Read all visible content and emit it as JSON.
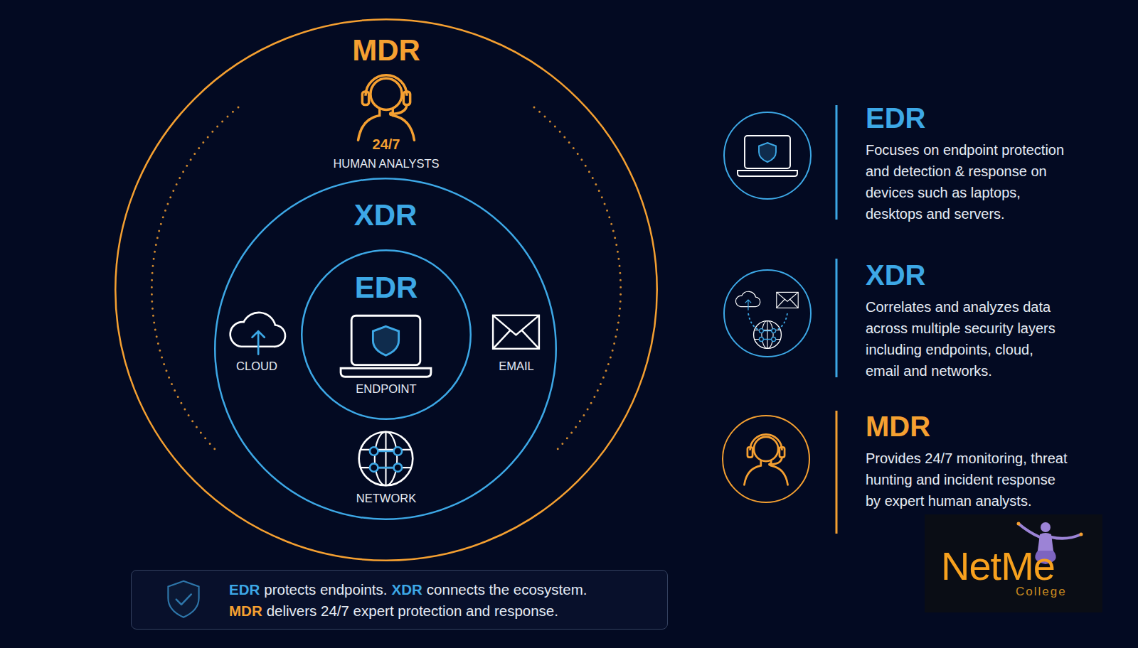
{
  "diagram": {
    "nodes": [
      {
        "text": [
          "MDR",
          "24/7",
          "HUMAN ANALYSTS"
        ]
      },
      {
        "text": [
          "XDR",
          "CLOUD",
          "EMAIL",
          "NETWORK"
        ],
        "in": 0
      },
      {
        "text": [
          "EDR",
          "ENDPOINT"
        ],
        "in": 1
      },
      {
        "text": [
          "EDR",
          "Focuses on endpoint protection and detection & response on devices such as laptops, desktops and servers."
        ]
      },
      {
        "text": [
          "XDR",
          "Correlates and analyzes data across multiple security layers including endpoints, cloud, email and networks."
        ]
      },
      {
        "text": [
          "MDR",
          "Provides 24/7 monitoring, threat hunting and incident response by expert human analysts."
        ]
      },
      {
        "text": [
          "EDR",
          "protects endpoints.",
          "XDR",
          "connects the ecosystem.",
          "MDR",
          "delivers 24/7 expert protection and response."
        ]
      }
    ],
    "labels": [
      "NetMe",
      "College"
    ]
  }
}
